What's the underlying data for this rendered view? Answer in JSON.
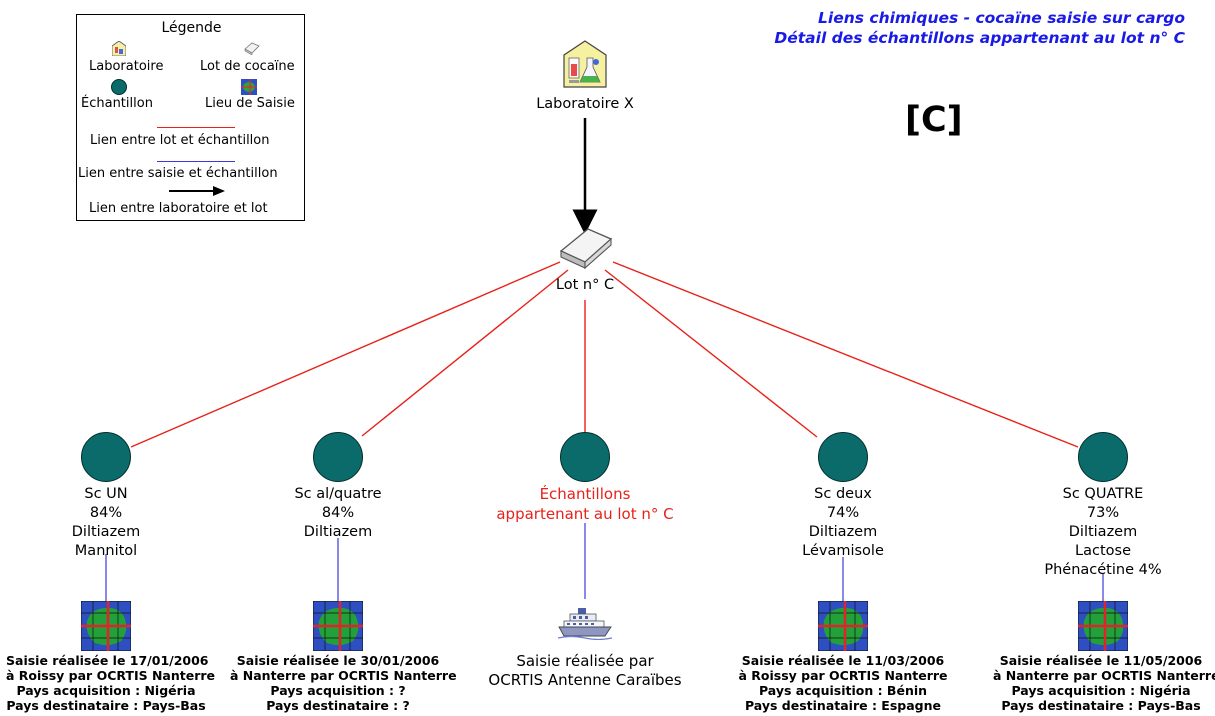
{
  "title": {
    "line1": "Liens chimiques - cocaïne saisie sur cargo",
    "line2": "Détail des échantillons appartenant au lot n° C"
  },
  "badge": "[C]",
  "legend": {
    "title": "Légende",
    "laboratoire": "Laboratoire",
    "lot": "Lot de cocaïne",
    "echantillon": "Échantillon",
    "lieu": "Lieu de Saisie",
    "lien_lot": "Lien entre lot et échantillon",
    "lien_saisie": "Lien entre saisie et échantillon",
    "lien_labo": "Lien entre laboratoire et lot"
  },
  "laboratory": {
    "label": "Laboratoire X"
  },
  "lot": {
    "label": "Lot n° C"
  },
  "samples": [
    {
      "lines": [
        "Sc UN",
        "84%",
        "Diltiazem",
        "Mannitol"
      ]
    },
    {
      "lines": [
        "Sc al/quatre",
        "84%",
        "Diltiazem"
      ]
    },
    {
      "lines": [
        "Échantillons",
        "appartenant au lot n° C"
      ]
    },
    {
      "lines": [
        "Sc deux",
        "74%",
        "Diltiazem",
        "Lévamisole"
      ]
    },
    {
      "lines": [
        "Sc QUATRE",
        "73%",
        "Diltiazem",
        "Lactose",
        "Phénacétine 4%"
      ]
    }
  ],
  "seizures": [
    {
      "lines": [
        "Saisie réalisée le 17/01/2006",
        "à Roissy par OCRTIS Nanterre",
        "Pays acquisition : Nigéria",
        "Pays destinataire : Pays-Bas"
      ]
    },
    {
      "lines": [
        "Saisie réalisée le 30/01/2006",
        "à Nanterre par OCRTIS Nanterre",
        "Pays acquisition : ?",
        "Pays destinataire : ?"
      ]
    },
    {
      "lines": [
        "Saisie réalisée par",
        "OCRTIS Antenne Caraïbes"
      ]
    },
    {
      "lines": [
        "Saisie réalisée le 11/03/2006",
        "à Roissy par OCRTIS Nanterre",
        "Pays acquisition : Bénin",
        "Pays destinataire : Espagne"
      ]
    },
    {
      "lines": [
        "Saisie réalisée le 11/05/2006",
        "à Nanterre par OCRTIS Nanterre",
        "Pays acquisition : Nigéria",
        "Pays destinataire : Pays-Bas"
      ]
    }
  ],
  "colors": {
    "lot_link": "#e8211a",
    "seizure_link": "#3a3ad8",
    "lab_link": "#000000",
    "sample_fill": "#0b6b6b",
    "title": "#1a1ae6",
    "highlight_text": "#e8211a"
  }
}
